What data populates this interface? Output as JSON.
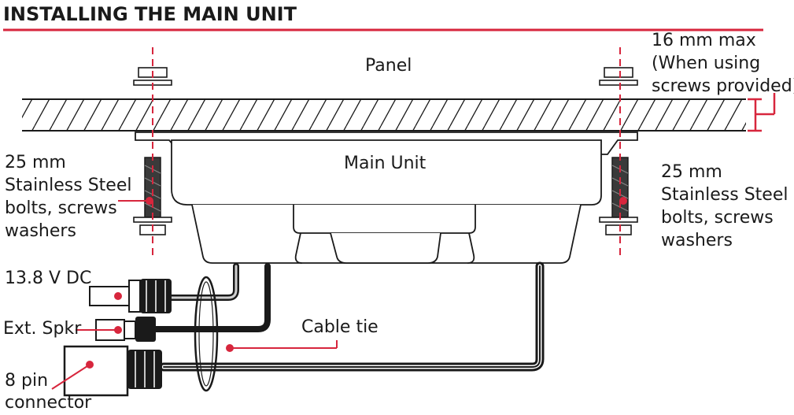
{
  "title": "INSTALLING THE MAIN UNIT",
  "labels": {
    "panel": "Panel",
    "main_unit": "Main Unit",
    "max_line1": "16 mm max",
    "max_line2": "(When using",
    "max_line3": "screws provided)",
    "left_bolt_line1": "25 mm",
    "left_bolt_line2": "Stainless Steel",
    "left_bolt_line3": "bolts, screws",
    "left_bolt_line4": "washers",
    "right_bolt_line1": "25 mm",
    "right_bolt_line2": "Stainless Steel",
    "right_bolt_line3": "bolts, screws",
    "right_bolt_line4": "washers",
    "power": "13.8 V DC",
    "ext_spkr": "Ext. Spkr",
    "cable_tie": "Cable tie",
    "connector_line1": "8 pin",
    "connector_line2": "connector"
  },
  "colors": {
    "accent": "#d7263d",
    "ink": "#1a1a1a"
  }
}
